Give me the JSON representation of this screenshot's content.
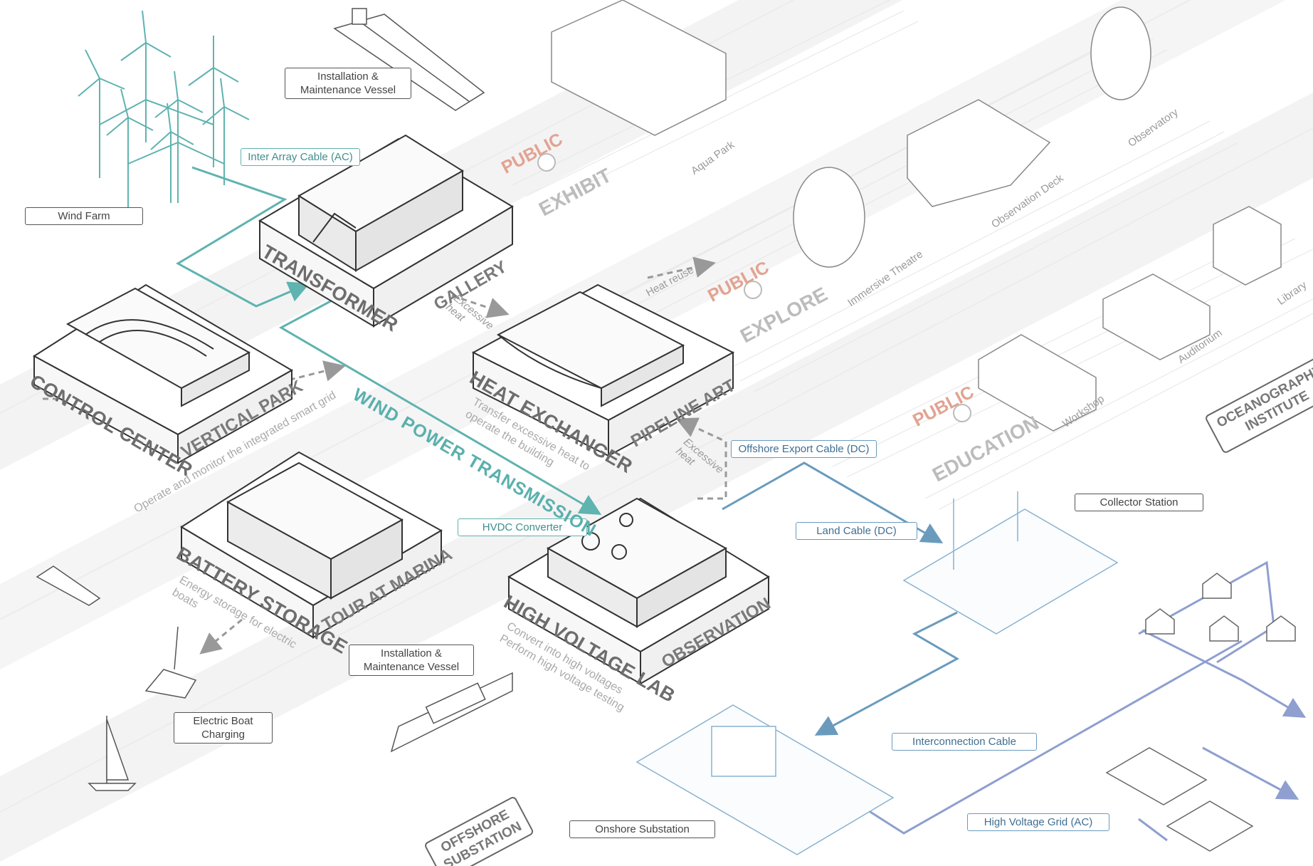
{
  "labels": {
    "wind_farm": "Wind Farm",
    "vessel_top": "Installation &\nMaintenance Vessel",
    "inter_array_cable": "Inter Array Cable (AC)",
    "offshore_export_cable": "Offshore Export Cable (DC)",
    "hvdc_converter": "HVDC Converter",
    "land_cable": "Land Cable (DC)",
    "collector_station": "Collector Station",
    "vessel_bottom": "Installation &\nMaintenance Vessel",
    "electric_boat_charging": "Electric Boat\nCharging",
    "interconnection_cable": "Interconnection Cable",
    "onshore_substation": "Onshore Substation",
    "high_voltage_grid": "High Voltage Grid (AC)",
    "offshore_substation": "OFFSHORE\nSUBSTATION",
    "oceanography_institute": "OCEANOGRAPHY\nINSTITUTE"
  },
  "modules": {
    "transformer": "TRANSFORMER",
    "gallery": "GALLERY",
    "control_center": "CONTROL CENTER",
    "vertical_park": "VERTICAL PARK",
    "control_desc": "Operate and monitor the integrated smart grid",
    "heat_exchanger": "HEAT EXCHANGER",
    "pipeline_art": "PIPELINE ART",
    "heat_desc": "Transfer excessive heat to\noperate the building",
    "battery_storage": "BATTERY STORAGE",
    "tour_at_marina": "TOUR AT MARINA",
    "battery_desc": "Energy storage for electric\nboats",
    "high_voltage_lab": "HIGH VOLTAGE LAB",
    "observation": "OBSERVATION",
    "hv_desc": "Convert into high voltages\nPerform high voltage testing"
  },
  "flows": {
    "wind_power_transmission": "WIND POWER TRANSMISSION",
    "excessive_heat_1": "Excessive\nheat",
    "excessive_heat_2": "Excessive\nheat",
    "heat_reuse": "Heat reuse"
  },
  "zones": {
    "public_1": "PUBLIC",
    "exhibit": "EXHIBIT",
    "public_2": "PUBLIC",
    "explore": "EXPLORE",
    "public_3": "PUBLIC",
    "education": "EDUCATION"
  },
  "facilities": {
    "aqua_park": "Aqua Park",
    "observatory": "Observatory",
    "observation_deck": "Observation Deck",
    "immersive_theatre": "Immersive Theatre",
    "library": "Library",
    "auditorium": "Auditorium",
    "workshop": "Workshop"
  },
  "colors": {
    "teal": "#5fb3b0",
    "steel_blue": "#6a9bbd",
    "periwinkle": "#8e9fd0",
    "public_salmon": "#e2a392",
    "grey_text": "#6d6d6d"
  }
}
